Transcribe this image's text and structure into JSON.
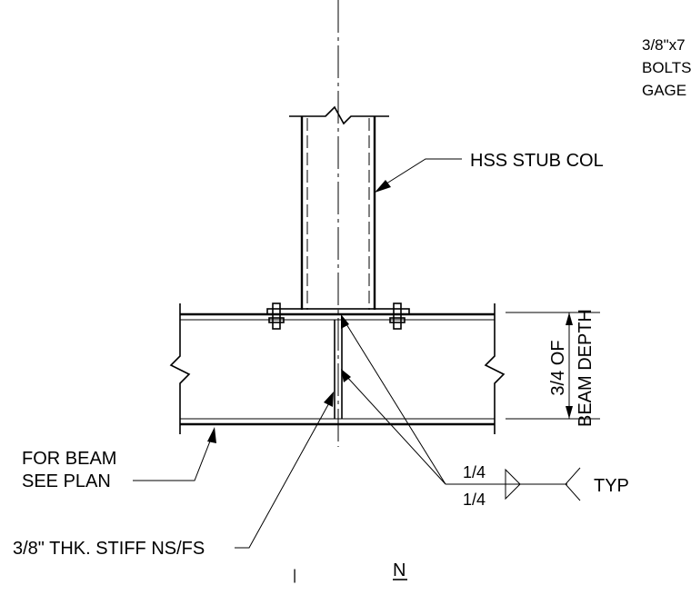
{
  "labels": {
    "hss": "HSS STUB COL",
    "beam_line1": "FOR BEAM",
    "beam_line2": "SEE PLAN",
    "stiff": "3/8\" THK. STIFF NS/FS",
    "weld_top": "1/4",
    "weld_bottom": "1/4",
    "typ": "TYP",
    "depth_line1": "3/4 OF",
    "depth_line2": "BEAM DEPTH",
    "cut_note_1": "3/8\"x7",
    "cut_note_2": "BOLTS",
    "cut_note_3": "GAGE",
    "section_mark": "N",
    "tick_mark": "|"
  }
}
